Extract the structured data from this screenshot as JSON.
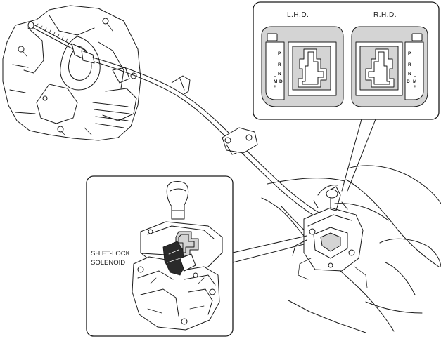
{
  "inset_top": {
    "lhd_label": "L.H.D.",
    "rhd_label": "R.H.D.",
    "lhd_gate": [
      "P",
      "R",
      "N",
      "M",
      "D",
      "+",
      "−"
    ],
    "rhd_gate": [
      "P",
      "R",
      "N",
      "D",
      "M",
      "+",
      "−"
    ]
  },
  "inset_bottom": {
    "callout_line1": "SHIFT-LOCK",
    "callout_line2": "SOLENOID"
  }
}
